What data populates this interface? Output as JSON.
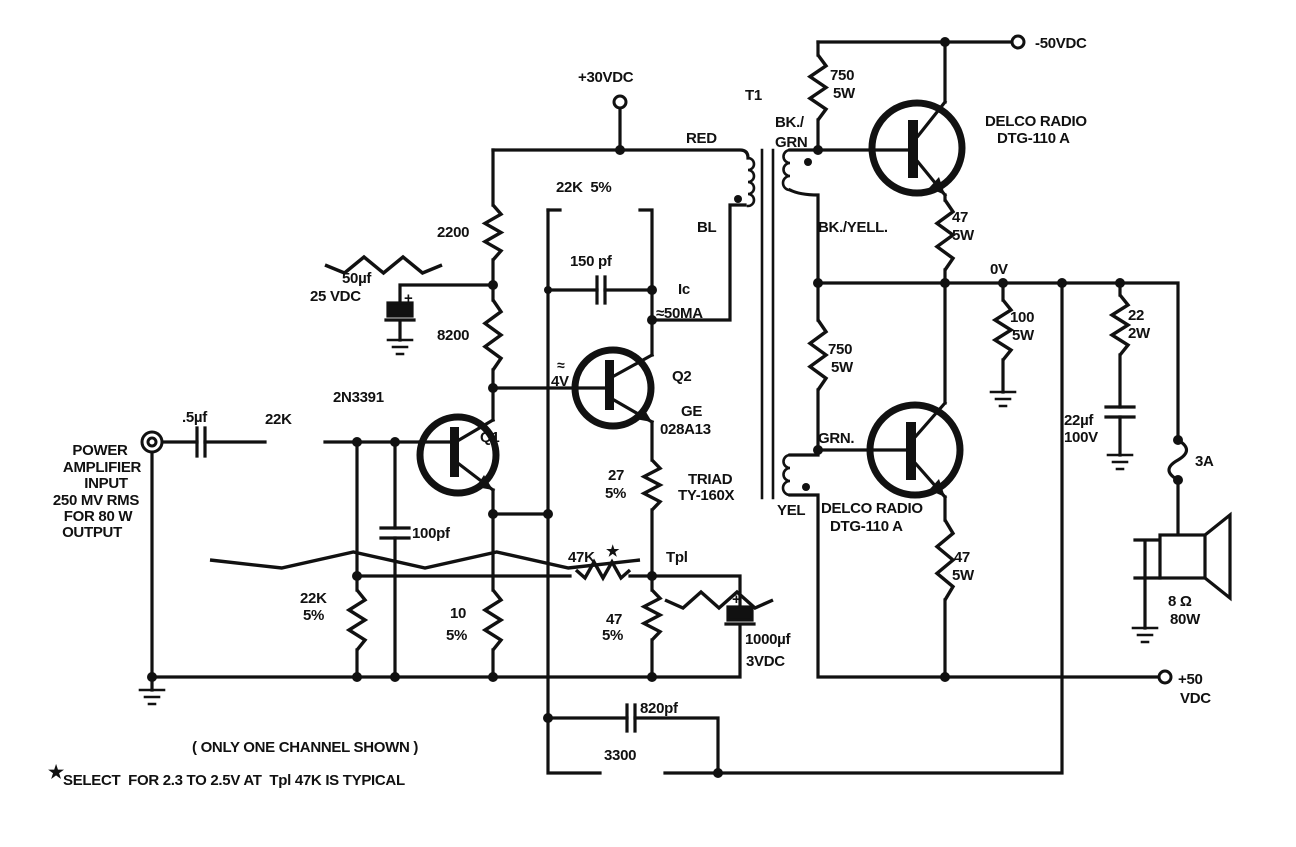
{
  "labels": {
    "input": [
      "POWER",
      "AMPLIFIER",
      "INPUT",
      "250 MV RMS",
      "FOR 80 W",
      "OUTPUT"
    ],
    "c_in": ".5µf",
    "r_in": "22K",
    "q1_type": "2N3391",
    "q1": "Q1",
    "c_100pf": "100pf",
    "r_22k5": [
      "22K",
      "5%"
    ],
    "r_10": [
      "10",
      "5%"
    ],
    "c_50uf": [
      "50µf",
      "25 VDC"
    ],
    "r_2200": "2200",
    "r_8200": "8200",
    "v_30": "+30VDC",
    "red": "RED",
    "bl": "BL",
    "r_fb": "22K  5%",
    "c_150": "150 pf",
    "ic": [
      "Ic",
      "≈50MA"
    ],
    "vbe": [
      "≈",
      "4V"
    ],
    "q2": "Q2",
    "q2_type": [
      "GE",
      "028A13"
    ],
    "r_27": [
      "27",
      "5%"
    ],
    "r_47k": "47K",
    "star": "★",
    "tpl": "Tpl",
    "r_47": [
      "47",
      "5%"
    ],
    "c_1000": [
      "1000µf",
      "3VDC"
    ],
    "c_820": "820pf",
    "r_3300": "3300",
    "t1": "T1",
    "triad": [
      "TRIAD",
      "TY-160X"
    ],
    "bkgrn": [
      "BK./",
      "GRN"
    ],
    "bkyell": "BK./YELL.",
    "grn": "GRN.",
    "yel": "YEL",
    "r_750a": [
      "750",
      "5W"
    ],
    "r_750b": [
      "750",
      "5W"
    ],
    "v_neg50": "-50VDC",
    "q3_type": [
      "DELCO RADIO",
      "DTG-110 A"
    ],
    "q4_type": [
      "DELCO RADIO",
      "DTG-110 A"
    ],
    "r_47a": [
      "47",
      "5W"
    ],
    "r_47b": [
      ".47",
      "5W"
    ],
    "ov": "0V",
    "r_100": [
      "100",
      "5W"
    ],
    "c_22uf": [
      "22µf",
      "100V"
    ],
    "r_22": [
      "22",
      "2W"
    ],
    "fuse": "3A",
    "speaker": [
      "8 Ω",
      "80W"
    ],
    "v_pos50": [
      "+50",
      "VDC"
    ],
    "note1": "( ONLY ONE CHANNEL SHOWN )",
    "note2_star": "★",
    "note2": "SELECT  FOR 2.3 TO 2.5V AT  Tpl 47K IS TYPICAL"
  }
}
